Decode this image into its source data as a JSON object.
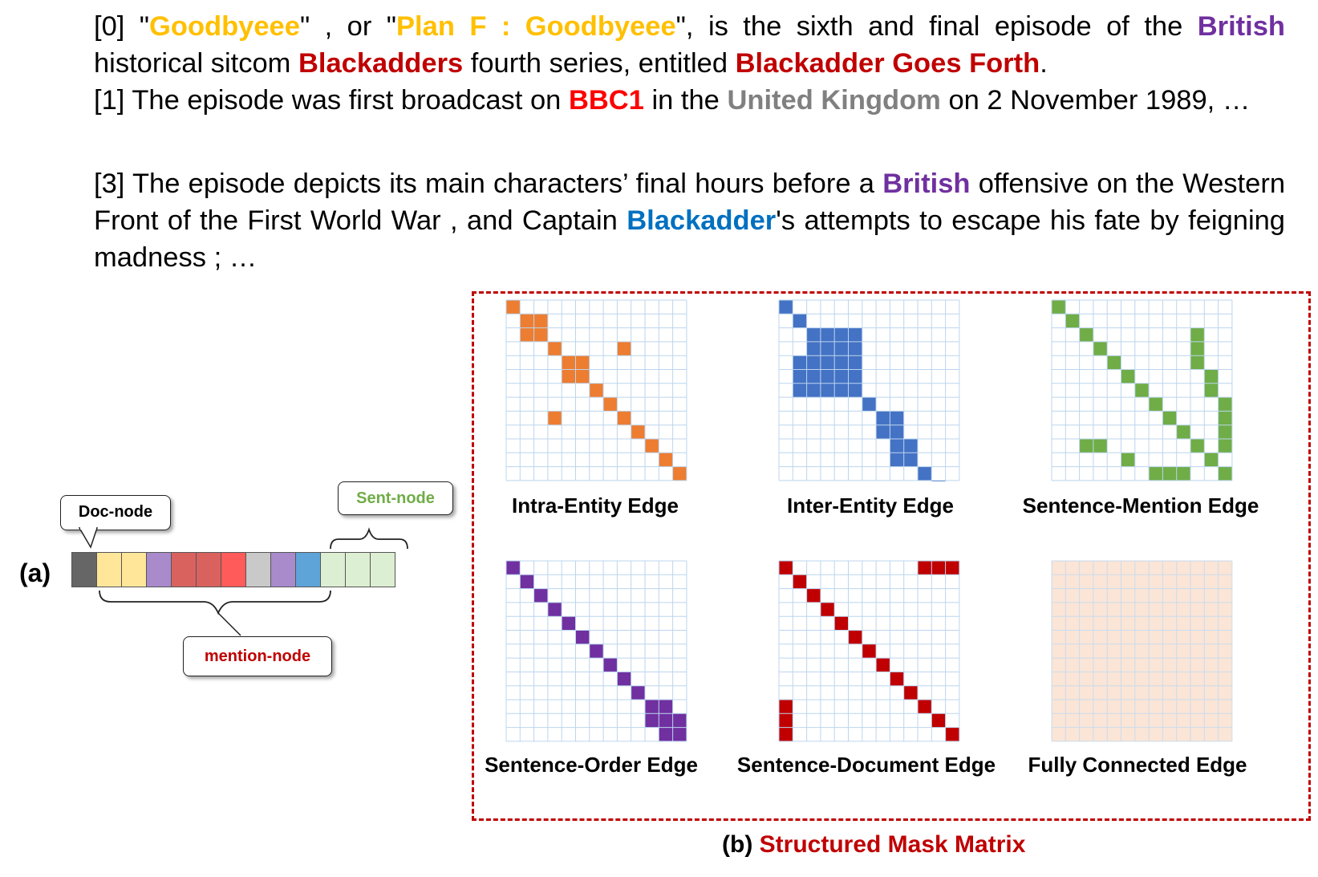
{
  "paragraphs": [
    {
      "segments": [
        {
          "text": "[0] \"",
          "color": "#000000",
          "bold": false
        },
        {
          "text": "Goodbyeee",
          "color": "#ffc000",
          "bold": true
        },
        {
          "text": "\" , or \"",
          "color": "#000000",
          "bold": false
        },
        {
          "text": "Plan F : Goodbyeee",
          "color": "#ffc000",
          "bold": true
        },
        {
          "text": "\", is the sixth and final episode of the ",
          "color": "#000000",
          "bold": false
        },
        {
          "text": "British",
          "color": "#7030a0",
          "bold": true
        },
        {
          "text": " historical sitcom ",
          "color": "#000000",
          "bold": false
        },
        {
          "text": "Blackadders",
          "color": "#c00000",
          "bold": true
        },
        {
          "text": " fourth series, entitled ",
          "color": "#000000",
          "bold": false
        },
        {
          "text": "Blackadder Goes Forth",
          "color": "#c00000",
          "bold": true
        },
        {
          "text": ".",
          "color": "#000000",
          "bold": false
        }
      ]
    },
    {
      "segments": [
        {
          "text": "[1] The episode was first broadcast on ",
          "color": "#000000",
          "bold": false
        },
        {
          "text": "BBC1",
          "color": "#ff0000",
          "bold": true
        },
        {
          "text": " in the ",
          "color": "#000000",
          "bold": false
        },
        {
          "text": "United Kingdom",
          "color": "#808080",
          "bold": true
        },
        {
          "text": " on 2 November 1989, …",
          "color": "#000000",
          "bold": false
        }
      ]
    },
    {
      "segments": [
        {
          "text": "[3] The episode depicts its main characters’  final hours before a ",
          "color": "#000000",
          "bold": false
        },
        {
          "text": "British",
          "color": "#7030a0",
          "bold": true
        },
        {
          "text": " offensive on the Western Front of the First World War , and Captain ",
          "color": "#000000",
          "bold": false
        },
        {
          "text": "Blackadder",
          "color": "#0070c0",
          "bold": true
        },
        {
          "text": "'s attempts to escape his fate by feigning madness ; …",
          "color": "#000000",
          "bold": false
        }
      ]
    }
  ],
  "panel_a": {
    "label": "(a)",
    "doc_node_label": "Doc-node",
    "sent_node_label": "Sent-node",
    "mention_node_label": "mention-node",
    "node_colors": [
      "#666666",
      "#ffe699",
      "#ffe699",
      "#a98bcb",
      "#d9625f",
      "#d9625f",
      "#ff5b5b",
      "#c9c9c9",
      "#a98bcb",
      "#5ea4d8",
      "#dcefd2",
      "#dcefd2",
      "#dcefd2"
    ],
    "colors": {
      "doc_label": "#000000",
      "sent_label": "#70ad47",
      "mention_label": "#c00000"
    }
  },
  "matrices": [
    {
      "title": "Intra-Entity Edge",
      "color": "#ed7d31",
      "cells": [
        [
          0,
          0
        ],
        [
          1,
          1
        ],
        [
          1,
          2
        ],
        [
          2,
          1
        ],
        [
          2,
          2
        ],
        [
          3,
          3
        ],
        [
          3,
          8
        ],
        [
          4,
          4
        ],
        [
          4,
          5
        ],
        [
          5,
          4
        ],
        [
          5,
          5
        ],
        [
          6,
          6
        ],
        [
          7,
          7
        ],
        [
          8,
          3
        ],
        [
          8,
          8
        ],
        [
          9,
          9
        ],
        [
          10,
          10
        ],
        [
          11,
          11
        ],
        [
          12,
          12
        ]
      ]
    },
    {
      "title": "Inter-Entity Edge",
      "color": "#4472c4",
      "cells": [
        [
          0,
          0
        ],
        [
          1,
          1
        ],
        [
          2,
          2
        ],
        [
          2,
          3
        ],
        [
          2,
          4
        ],
        [
          2,
          5
        ],
        [
          3,
          2
        ],
        [
          3,
          3
        ],
        [
          3,
          4
        ],
        [
          3,
          5
        ],
        [
          4,
          1
        ],
        [
          4,
          2
        ],
        [
          4,
          3
        ],
        [
          4,
          4
        ],
        [
          4,
          5
        ],
        [
          5,
          1
        ],
        [
          5,
          2
        ],
        [
          5,
          3
        ],
        [
          5,
          4
        ],
        [
          5,
          5
        ],
        [
          6,
          1
        ],
        [
          6,
          2
        ],
        [
          6,
          3
        ],
        [
          6,
          4
        ],
        [
          6,
          5
        ],
        [
          7,
          6
        ],
        [
          8,
          7
        ],
        [
          8,
          8
        ],
        [
          9,
          7
        ],
        [
          9,
          8
        ],
        [
          10,
          8
        ],
        [
          10,
          9
        ],
        [
          11,
          8
        ],
        [
          11,
          9
        ],
        [
          12,
          10
        ],
        [
          13,
          11
        ],
        [
          14,
          12
        ]
      ]
    },
    {
      "title": "Sentence-Mention Edge",
      "color": "#70ad47",
      "cells": [
        [
          0,
          0
        ],
        [
          1,
          1
        ],
        [
          2,
          2
        ],
        [
          2,
          10
        ],
        [
          3,
          3
        ],
        [
          3,
          10
        ],
        [
          4,
          4
        ],
        [
          4,
          10
        ],
        [
          5,
          5
        ],
        [
          5,
          11
        ],
        [
          6,
          6
        ],
        [
          6,
          11
        ],
        [
          7,
          7
        ],
        [
          7,
          12
        ],
        [
          8,
          8
        ],
        [
          8,
          12
        ],
        [
          9,
          9
        ],
        [
          9,
          12
        ],
        [
          10,
          2
        ],
        [
          10,
          3
        ],
        [
          10,
          10
        ],
        [
          10,
          12
        ],
        [
          11,
          5
        ],
        [
          11,
          11
        ],
        [
          12,
          7
        ],
        [
          12,
          8
        ],
        [
          12,
          9
        ],
        [
          12,
          12
        ]
      ]
    },
    {
      "title": "Sentence-Order Edge",
      "color": "#7030a0",
      "cells": [
        [
          0,
          0
        ],
        [
          1,
          1
        ],
        [
          2,
          2
        ],
        [
          3,
          3
        ],
        [
          4,
          4
        ],
        [
          5,
          5
        ],
        [
          6,
          6
        ],
        [
          7,
          7
        ],
        [
          8,
          8
        ],
        [
          9,
          9
        ],
        [
          10,
          10
        ],
        [
          10,
          11
        ],
        [
          11,
          10
        ],
        [
          11,
          11
        ],
        [
          11,
          12
        ],
        [
          12,
          11
        ],
        [
          12,
          12
        ]
      ]
    },
    {
      "title": "Sentence-Document Edge",
      "color": "#c00000",
      "cells": [
        [
          0,
          0
        ],
        [
          0,
          10
        ],
        [
          0,
          11
        ],
        [
          0,
          12
        ],
        [
          1,
          1
        ],
        [
          2,
          2
        ],
        [
          3,
          3
        ],
        [
          4,
          4
        ],
        [
          5,
          5
        ],
        [
          6,
          6
        ],
        [
          7,
          7
        ],
        [
          8,
          8
        ],
        [
          9,
          9
        ],
        [
          10,
          0
        ],
        [
          10,
          10
        ],
        [
          11,
          0
        ],
        [
          11,
          11
        ],
        [
          12,
          0
        ],
        [
          12,
          12
        ]
      ]
    },
    {
      "title": "Fully Connected Edge",
      "color": "#fbe5d6",
      "fill_all": true,
      "cells": []
    }
  ],
  "panel_b": {
    "label_prefix": "(b) ",
    "label_title": "Structured Mask Matrix",
    "title_color": "#c00000",
    "border_color": "#c00000"
  }
}
